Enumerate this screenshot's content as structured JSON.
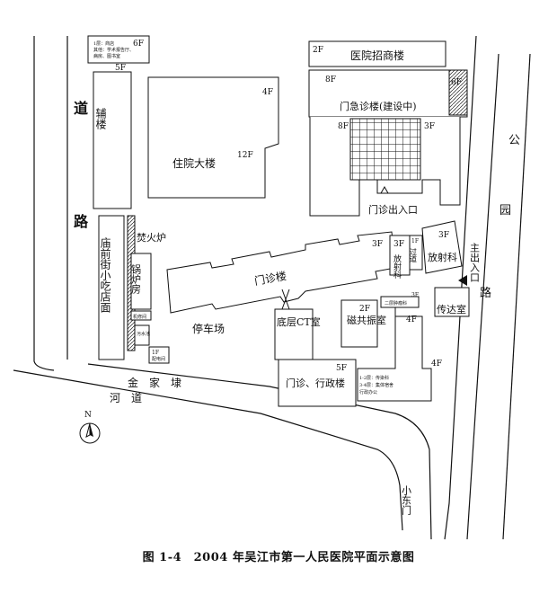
{
  "caption": "图 1-4　2004 年吴江市第一人民医院平面示意图",
  "buildings": {
    "aux_top": {
      "floors": "6F",
      "note1": "1层：商店",
      "note2": "其他：学术报告厅、",
      "note3": "病房、图书室"
    },
    "aux": {
      "floors": "5F",
      "name": "辅楼"
    },
    "investment": {
      "floors": "2F",
      "name": "医院招商楼"
    },
    "emergency": {
      "floors_a": "8F",
      "floors_b": "6F",
      "floors_c": "8F",
      "floors_d": "3F",
      "name": "门急诊楼(建设中)"
    },
    "inpatient": {
      "floors_a": "4F",
      "floors_b": "12F",
      "name": "住院大楼"
    },
    "snack": {
      "name": "庙前街小吃店面"
    },
    "incinerator": {
      "name": "焚火炉"
    },
    "boiler": {
      "name": "锅炉房"
    },
    "small1": "机修间",
    "small2": "污水池",
    "small3a": "1F",
    "small3b": "配电间",
    "outpatient": {
      "floors": "3F",
      "name": "门诊楼"
    },
    "radiology_small": {
      "floors": "3F",
      "name": "放射科"
    },
    "passage": {
      "floors": "1F",
      "name": "过道"
    },
    "radiology": {
      "floors": "3F",
      "name": "放射科"
    },
    "ct": {
      "name": "底层CT室"
    },
    "mri": {
      "floors": "2F",
      "name": "磁共振室"
    },
    "infectious": {
      "floors": "3F",
      "name": "二层肿瘤科"
    },
    "reception": {
      "name": "传达室"
    },
    "admin": {
      "floors": "5F",
      "name": "门诊、行政楼"
    },
    "admin_east": {
      "floors": "4F",
      "note1": "1-2层：传染科",
      "note2": "3-4层：集体宿舍",
      "note3": "行政办公"
    },
    "east_floor": "4F"
  },
  "labels": {
    "road_w1": "道",
    "road_w2": "路",
    "park": "公",
    "park2": "园",
    "park3": "路",
    "parking": "停车场",
    "river1": "金　家　埭",
    "river2": "河　道",
    "outpatient_entrance": "门诊出入口",
    "main_entrance": "主出入口",
    "east_gate": "小东门",
    "north": "N"
  },
  "colors": {
    "line": "#111111",
    "fill": "#ffffff",
    "hatch": "#222222"
  }
}
